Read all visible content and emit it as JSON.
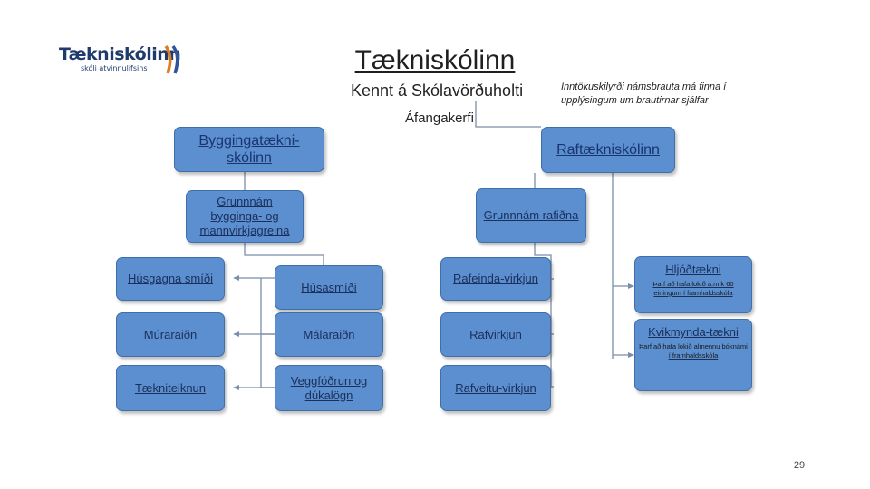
{
  "logo": {
    "name": "Tækniskólinn",
    "tagline": "skóli atvinnulífsins"
  },
  "title": "Tækniskólinn",
  "subtitle": "Kennt á Skólavörðuholti",
  "subtitle2": "Áfangakerfi",
  "note": "Inntökuskilyrði námsbrauta má finna í upplýsingum um brautirnar sjálfar",
  "colors": {
    "box_fill": "#5b8fcf",
    "box_border": "#3f6fa8",
    "connector": "#7a8ea8"
  },
  "nodes": {
    "bygg": {
      "label": "Byggingatækni-skólinn"
    },
    "raf": {
      "label": "Raftækniskólinn"
    },
    "grunn_bygg": {
      "label": "Grunnnám bygginga- og mannvirkjagreina"
    },
    "grunn_raf": {
      "label": "Grunnnám rafiðna"
    },
    "husgagna": {
      "label": "Húsgagna smíði"
    },
    "murara": {
      "label": "Múraraiðn"
    },
    "taekniteikn": {
      "label": "Tækniteiknun"
    },
    "husasmidi": {
      "label": "Húsasmíði"
    },
    "malara": {
      "label": "Málaraiðn"
    },
    "veggfodrun": {
      "label": "Veggfóðrun og dúkalögn"
    },
    "rafeinda": {
      "label": "Rafeinda-virkjun"
    },
    "rafvirkjun": {
      "label": "Rafvirkjun"
    },
    "rafveitu": {
      "label": "Rafveitu-virkjun"
    },
    "hljod": {
      "label": "Hljóðtækni",
      "detail": "Þarf að hafa lokið a.m.k 60 einingum í framhaldsskóla"
    },
    "kvikmynda": {
      "label": "Kvikmynda-tækni",
      "detail": "Þarf að hafa lokið almennu bóknámi í framhaldsskóla"
    }
  },
  "page_number": "29"
}
